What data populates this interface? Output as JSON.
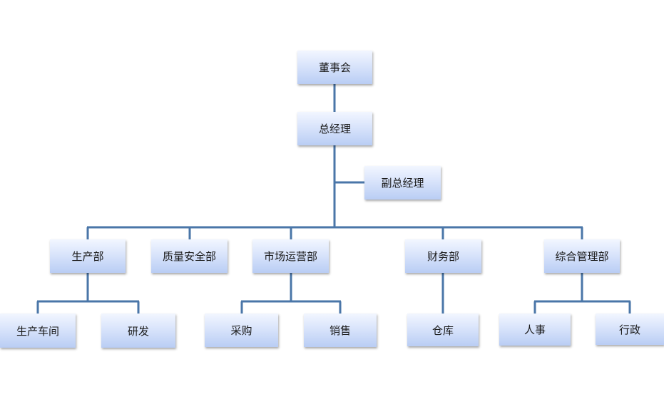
{
  "org_chart": {
    "board": "董事会",
    "general_manager": "总经理",
    "deputy_general_manager": "副总经理",
    "departments": {
      "production": "生产部",
      "quality_safety": "质量安全部",
      "market_operations": "市场运营部",
      "finance": "财务部",
      "general_management": "综合管理部"
    },
    "units": {
      "production_workshop": "生产车间",
      "rnd": "研发",
      "purchasing": "采购",
      "sales": "销售",
      "warehouse": "仓库",
      "human_resources": "人事",
      "administration": "行政"
    },
    "colors": {
      "connector": "#4a76a8",
      "box_top": "#f2f6ff",
      "box_bottom": "#b9cdf4"
    }
  }
}
